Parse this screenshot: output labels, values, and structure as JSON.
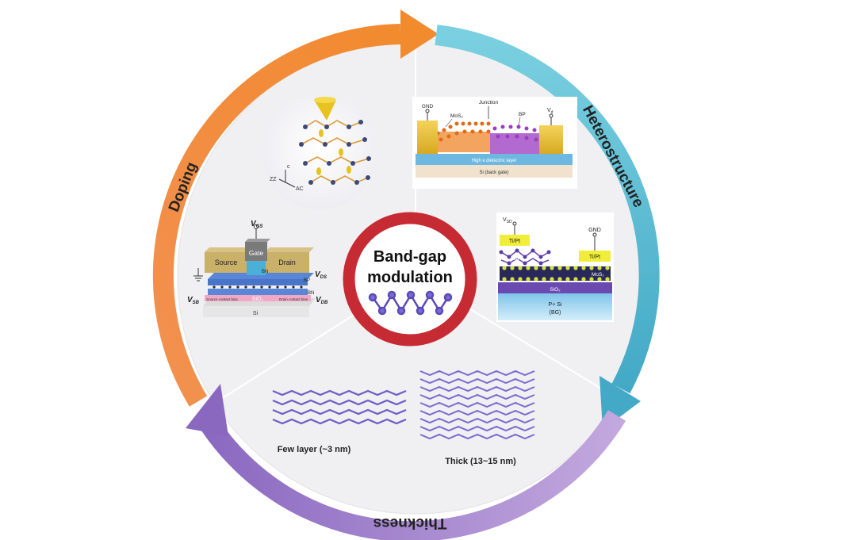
{
  "center": {
    "line1": "Band-gap",
    "line2": "modulation"
  },
  "arcs": {
    "doping": "Doping",
    "heterostructure": "Heterostructure",
    "thickness": "Thickness"
  },
  "doping_tem": {
    "axis_c": "c",
    "axis_zz": "ZZ",
    "axis_ac": "AC"
  },
  "doping_device": {
    "vgs": "V",
    "vgs_sub": "GS",
    "vds": "V",
    "vds_sub": "DS",
    "vdb": "V",
    "vdb_sub": "DB",
    "vsb": "V",
    "vsb_sub": "SB",
    "gate": "Gate",
    "source": "Source",
    "drain": "Drain",
    "bn_top": "BN",
    "bp": "BP",
    "bn_bottom": "BN",
    "source_contact": "Source contact bias",
    "drain_contact": "Drain contact bias",
    "sio2": "SiO₂",
    "si": "Si"
  },
  "hetero_top": {
    "gnd": "GND",
    "vd": "V",
    "vd_sub": "d",
    "junction": "Junction",
    "mos2": "MoS₂",
    "bp": "BP",
    "dielectric": "High κ dielectric layer",
    "backgate": "Si (back gate)"
  },
  "hetero_bottom": {
    "vsd": "V",
    "vsd_sub": "SD",
    "gnd": "GND",
    "tipt_left": "Ti/Pt",
    "tipt_right": "Ti/Pt",
    "bp": "BP",
    "mos2": "MoS₂",
    "sio2": "SiO₂",
    "psi": "P+ Si",
    "bg": "(BG)"
  },
  "thickness_labels": {
    "few": "Few layer (~3 nm)",
    "thick": "Thick (13~15 nm)"
  },
  "colors": {
    "orange": "#f08c3a",
    "cyan": "#5bbfd3",
    "purple": "#9a78c7",
    "ring": "#c62b34",
    "lattice": "#7b6bd0",
    "bg": "#f1f1f3"
  }
}
